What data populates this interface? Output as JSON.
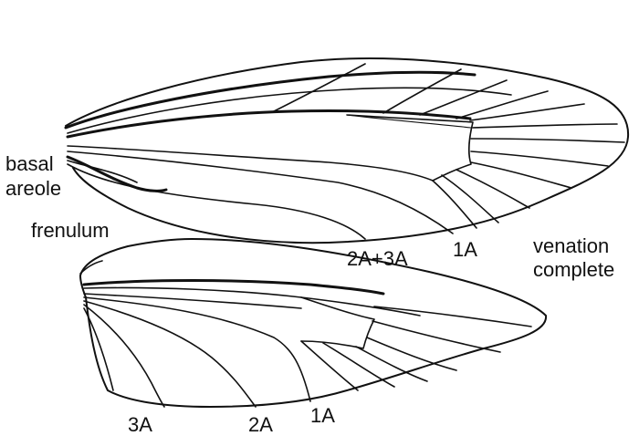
{
  "labels": {
    "basal_line1": "basal",
    "basal_line2": "areole",
    "frenulum": "frenulum",
    "forewing_2a3a": "2A+3A",
    "forewing_1a": "1A",
    "venation_line1": "venation",
    "venation_line2": "complete",
    "hindwing_3a": "3A",
    "hindwing_2a": "2A",
    "hindwing_1a": "1A"
  },
  "colors": {
    "ink": "#111111",
    "background": "#ffffff"
  }
}
